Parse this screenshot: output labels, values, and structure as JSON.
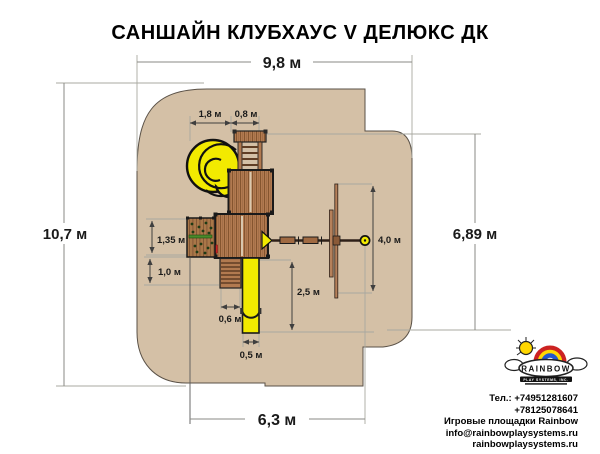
{
  "title": "САНШАЙН КЛУБХАУС V ДЕЛЮКС ДК",
  "dims": {
    "top": "9,8 м",
    "left": "10,7 м",
    "right": "6,89 м",
    "bottom": "6,3 м",
    "d18": "1,8 м",
    "d08": "0,8 м",
    "d135": "1,35 м",
    "d10": "1,0 м",
    "d06": "0,6 м",
    "d05": "0,5 м",
    "d25": "2,5 м",
    "d40": "4,0 м"
  },
  "contact": {
    "phone1": "Тел.: +74951281607",
    "phone2": "+78125078641",
    "company": "Игровые площадки Rainbow",
    "email": "info@rainbowplaysystems.ru",
    "website": "rainbowplaysystems.ru"
  },
  "logo": {
    "brand": "RAINBOW",
    "subtitle": "PLAY SYSTEMS, INC."
  },
  "colors": {
    "ground": "#d4c0a6",
    "wood": "#b27a50",
    "slide_yellow": "#f2ea00",
    "outline": "#1a1a1a"
  }
}
